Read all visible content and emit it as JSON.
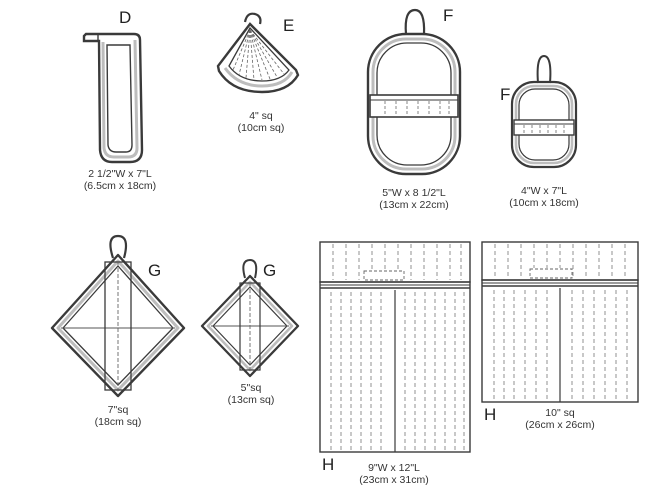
{
  "items": {
    "D": {
      "letter": "D",
      "size": "2 1/2\"W x 7\"L",
      "metric": "(6.5cm x 18cm)"
    },
    "E": {
      "letter": "E",
      "size": "4\" sq",
      "metric": "(10cm sq)"
    },
    "F_large": {
      "letter": "F",
      "size": "5\"W x 8 1/2\"L",
      "metric": "(13cm x 22cm)"
    },
    "F_small": {
      "letter": "F",
      "size": "4\"W x 7\"L",
      "metric": "(10cm x 18cm)"
    },
    "G_large": {
      "letter": "G",
      "size": "7\"sq",
      "metric": "(18cm sq)"
    },
    "G_small": {
      "letter": "G",
      "size": "5\"sq",
      "metric": "(13cm sq)"
    },
    "H_large": {
      "letter": "H",
      "size": "9\"W x 12\"L",
      "metric": "(23cm x 31cm)"
    },
    "H_small": {
      "letter": "H",
      "size": "10\" sq",
      "metric": "(26cm x 26cm)"
    }
  },
  "colors": {
    "outline": "#3a3a3a",
    "binding": "#bfbfbf",
    "stitch": "#666666"
  }
}
